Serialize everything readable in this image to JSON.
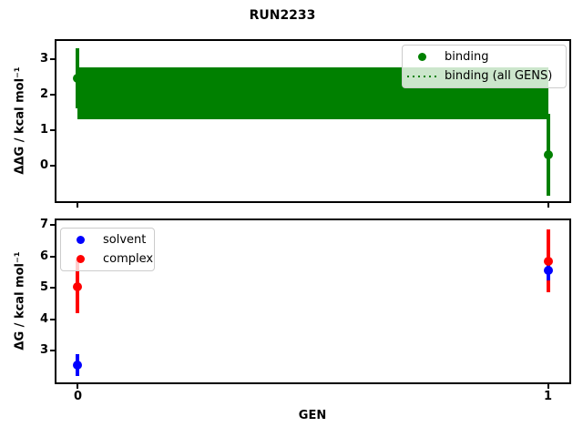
{
  "figure": {
    "title": "RUN2233"
  },
  "chart_data": [
    {
      "type": "scatter",
      "id": "binding-top-plot",
      "xlabel": "",
      "ylabel": "ΔΔG / kcal mol⁻¹",
      "xlim": [
        -0.0455,
        1.0455
      ],
      "ylim": [
        -1.0,
        3.5
      ],
      "xticks": [
        0,
        1
      ],
      "yticks": [
        0,
        1,
        2,
        3
      ],
      "show_xtick_labels": false,
      "grid": false,
      "legend": {
        "position": "upper-right",
        "entries": [
          {
            "label": "binding",
            "marker": "circle",
            "color": "#008000"
          },
          {
            "label": "binding (all GENS)",
            "marker": "dotted-line",
            "color": "#008000"
          }
        ]
      },
      "series": [
        {
          "name": "binding (all GENS)",
          "style": "band",
          "color": "#008000",
          "x_range": [
            0,
            1
          ],
          "center": 2.03,
          "low": 1.29,
          "high": 2.77
        },
        {
          "name": "binding",
          "style": "points",
          "color": "#008000",
          "marker": "circle",
          "points": [
            {
              "x": 0,
              "y": 2.45,
              "yerr": 0.85
            },
            {
              "x": 1,
              "y": 0.3,
              "yerr": 1.15
            }
          ]
        }
      ]
    },
    {
      "type": "scatter",
      "id": "dg-bottom-plot",
      "xlabel": "GEN",
      "ylabel": "ΔG / kcal mol⁻¹",
      "xlim": [
        -0.0455,
        1.0455
      ],
      "ylim": [
        2.0,
        7.15
      ],
      "xticks": [
        0,
        1
      ],
      "yticks": [
        3,
        4,
        5,
        6,
        7
      ],
      "show_xtick_labels": true,
      "grid": false,
      "legend": {
        "position": "upper-left",
        "entries": [
          {
            "label": "solvent",
            "marker": "circle",
            "color": "#0000ff"
          },
          {
            "label": "complex",
            "marker": "circle",
            "color": "#ff0000"
          }
        ]
      },
      "series": [
        {
          "name": "complex",
          "style": "points",
          "color": "#ff0000",
          "marker": "circle",
          "points": [
            {
              "x": 0,
              "y": 5.05,
              "yerr": 0.85
            },
            {
              "x": 1,
              "y": 5.85,
              "yerr": 1.0
            }
          ]
        },
        {
          "name": "solvent",
          "style": "points",
          "color": "#0000ff",
          "marker": "circle",
          "points": [
            {
              "x": 0,
              "y": 2.55,
              "yerr": 0.35
            },
            {
              "x": 1,
              "y": 5.55,
              "yerr": 0.3
            }
          ]
        }
      ]
    }
  ]
}
